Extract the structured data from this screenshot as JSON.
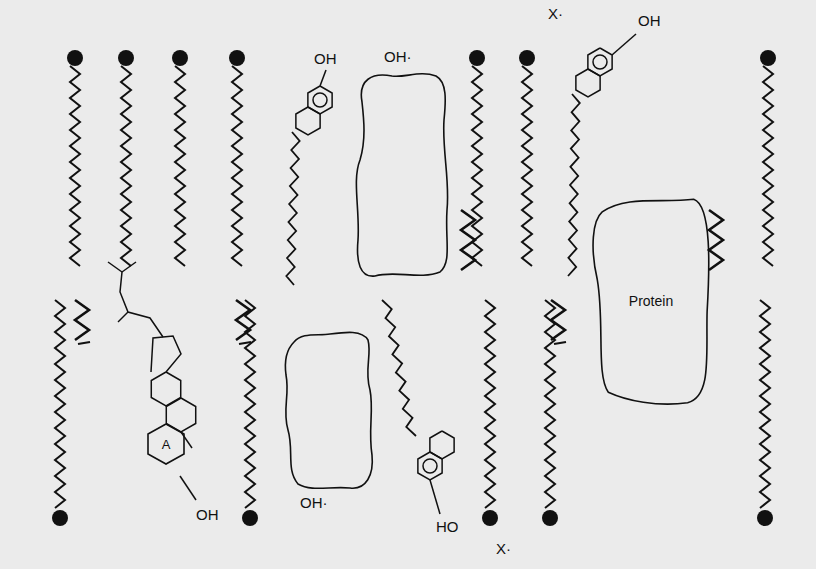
{
  "diagram": {
    "nodes": [
      {
        "text": [
          "Protein"
        ]
      },
      {
        "text": [
          "A"
        ]
      }
    ],
    "labels": [
      "OH",
      "OH·",
      "X·",
      "OH",
      "OH",
      "OH·",
      "HO",
      "X·"
    ]
  }
}
